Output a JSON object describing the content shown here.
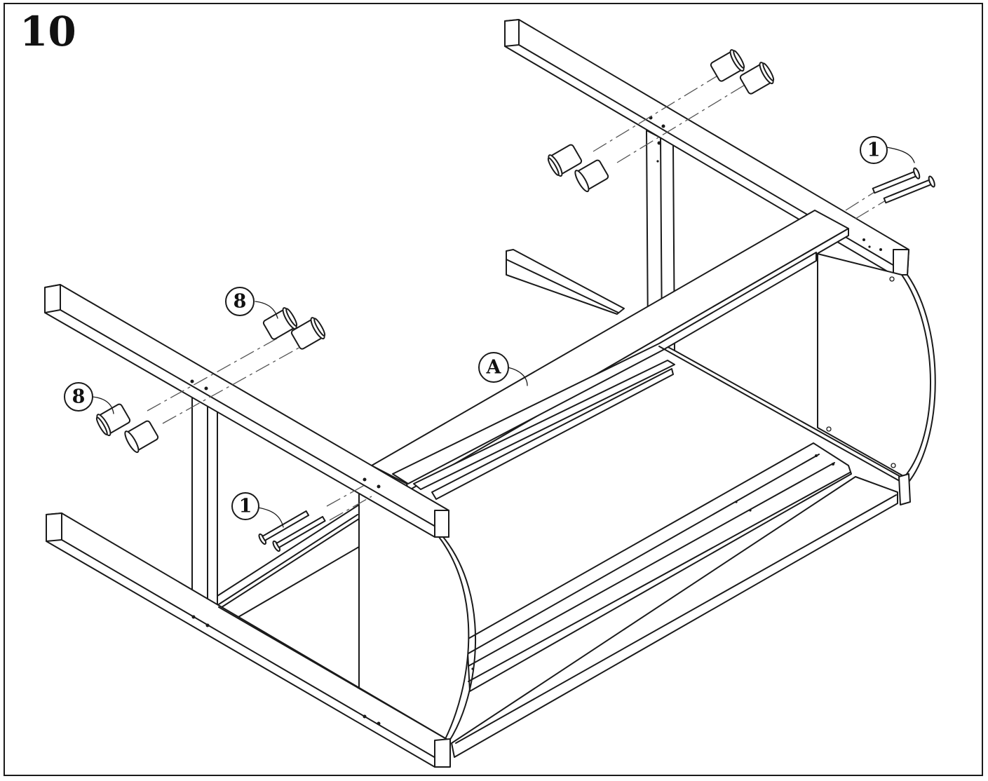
{
  "step": {
    "number": "10"
  },
  "callouts": [
    {
      "id": "callout-1-right",
      "label": "1",
      "part": "bolt"
    },
    {
      "id": "callout-1-left",
      "label": "1",
      "part": "bolt"
    },
    {
      "id": "callout-8-upper",
      "label": "8",
      "part": "barrel-nut"
    },
    {
      "id": "callout-8-lower",
      "label": "8",
      "part": "barrel-nut"
    },
    {
      "id": "callout-a",
      "label": "A",
      "part": "center-panel"
    }
  ],
  "colors": {
    "line": "#1a1a1a",
    "background": "#ffffff"
  }
}
